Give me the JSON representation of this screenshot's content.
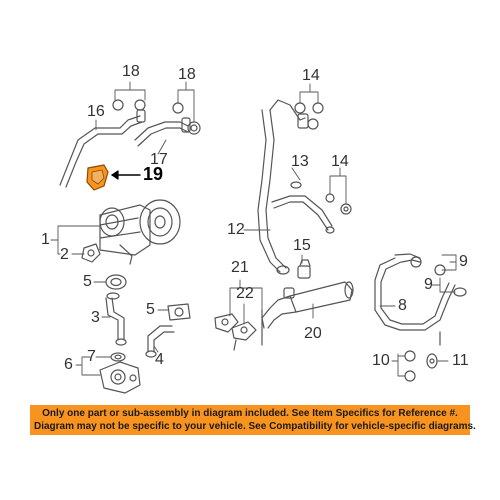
{
  "callouts": {
    "c1": "1",
    "c2": "2",
    "c3": "3",
    "c4": "4",
    "c5a": "5",
    "c5b": "5",
    "c6": "6",
    "c7": "7",
    "c8": "8",
    "c9a": "9",
    "c9b": "9",
    "c10": "10",
    "c11": "11",
    "c12": "12",
    "c13": "13",
    "c14a": "14",
    "c14b": "14",
    "c15": "15",
    "c16": "16",
    "c17": "17",
    "c18a": "18",
    "c18b": "18",
    "c19": "19",
    "c20": "20",
    "c21": "21",
    "c22": "22"
  },
  "notice": {
    "line1": "Only one part or sub-assembly in diagram included. See Item Specifics for Reference #.",
    "line2": "Diagram may not be specific to your vehicle. See Compatibility for vehicle-specific diagrams."
  },
  "colors": {
    "highlight": "#f7931e",
    "notice_bg": "#f7931e",
    "line": "#555555"
  }
}
